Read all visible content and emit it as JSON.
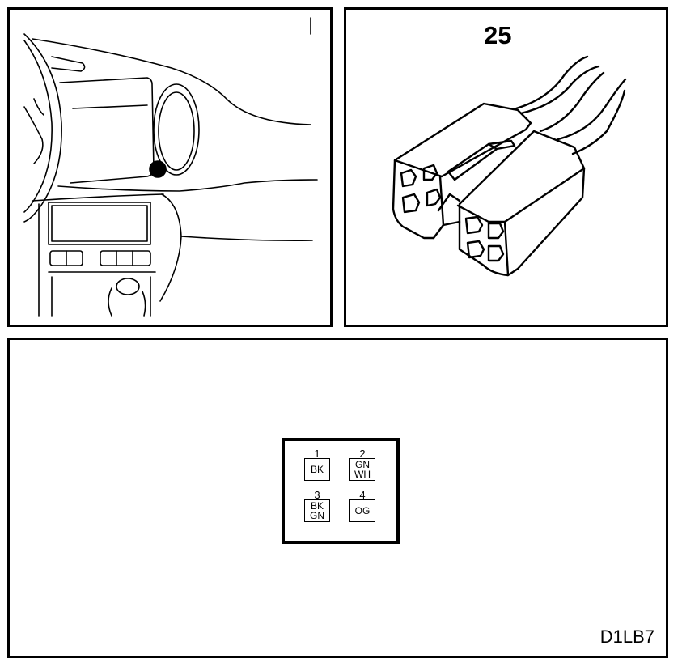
{
  "connector": {
    "reference_number": "25",
    "figure_code": "D1LB7",
    "pins": [
      {
        "number": "1",
        "color_line1": "BK",
        "color_line2": ""
      },
      {
        "number": "2",
        "color_line1": "GN",
        "color_line2": "WH"
      },
      {
        "number": "3",
        "color_line1": "BK",
        "color_line2": "GN"
      },
      {
        "number": "4",
        "color_line1": "OG",
        "color_line2": ""
      }
    ]
  }
}
